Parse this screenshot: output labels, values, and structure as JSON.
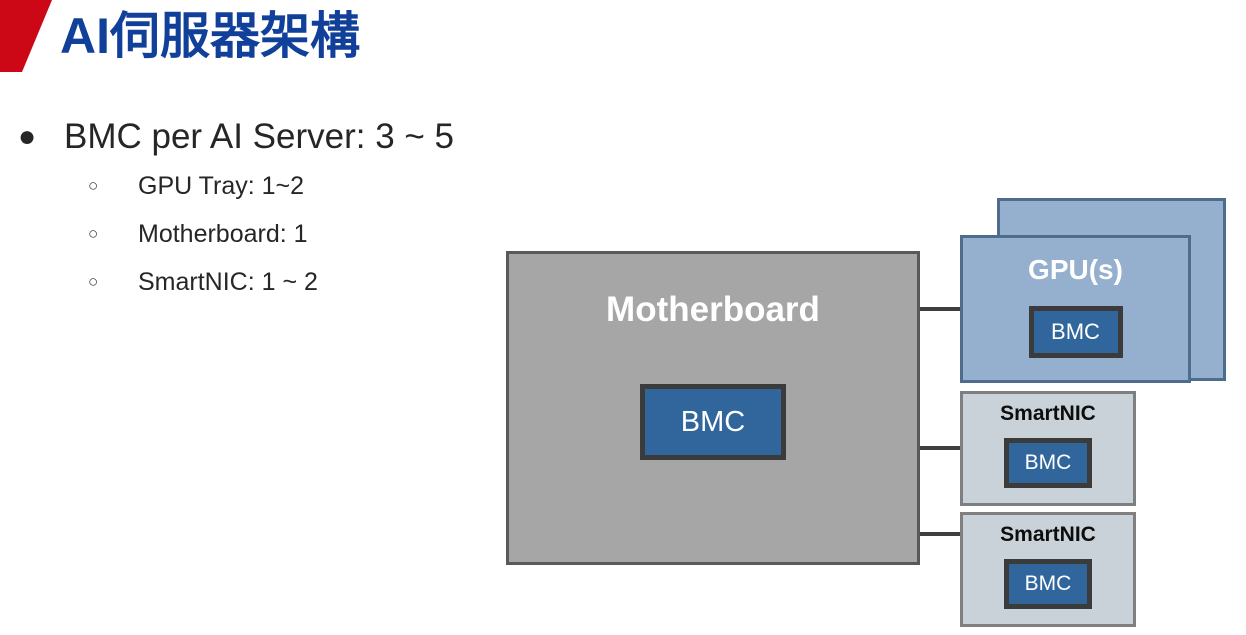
{
  "slide": {
    "title": "AI伺服器架構",
    "accent_color": "#cc0816",
    "title_color": "#11409b"
  },
  "bullets": {
    "level1_marker": "●",
    "level2_marker": "○",
    "items": [
      {
        "text": "BMC per AI Server: 3 ~ 5",
        "children": [
          {
            "text": "GPU Tray: 1~2"
          },
          {
            "text": "Motherboard: 1"
          },
          {
            "text": "SmartNIC: 1 ~ 2"
          }
        ]
      }
    ]
  },
  "diagram": {
    "motherboard": {
      "label": "Motherboard",
      "fill": "#a6a6a6",
      "bmc": {
        "label": "BMC",
        "fill": "#31669c"
      }
    },
    "gpu": {
      "label": "GPU(s)",
      "fill": "#94b0ce",
      "stacked": true,
      "bmc": {
        "label": "BMC",
        "fill": "#31669c"
      }
    },
    "smartnics": [
      {
        "label": "SmartNIC",
        "fill": "#c9d2d8",
        "bmc": {
          "label": "BMC",
          "fill": "#31669c"
        }
      },
      {
        "label": "SmartNIC",
        "fill": "#c9d2d8",
        "bmc": {
          "label": "BMC",
          "fill": "#31669c"
        }
      }
    ],
    "connector_color": "#3f3f3f"
  }
}
